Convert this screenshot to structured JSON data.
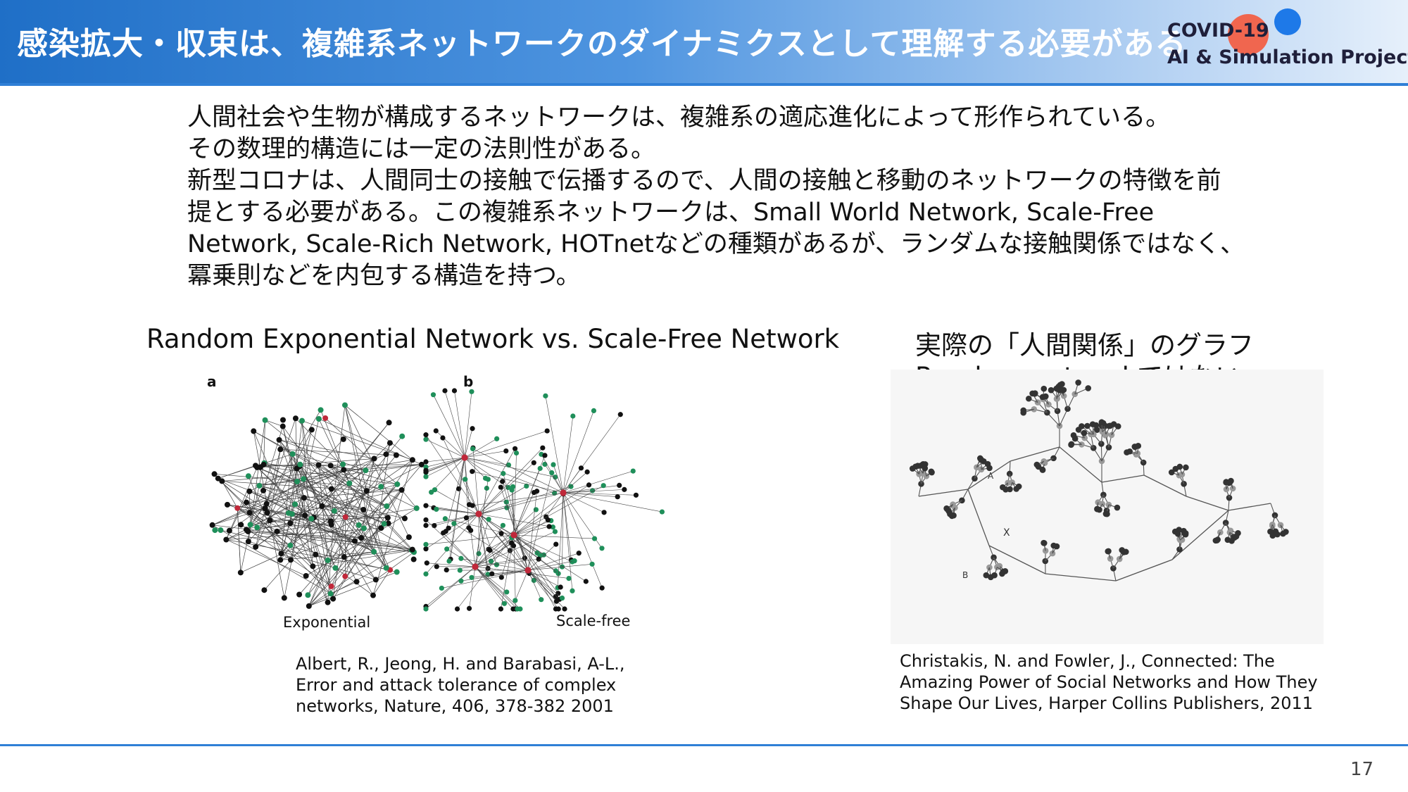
{
  "header": {
    "title": "感染拡大・収束は、複雑系ネットワークのダイナミクスとして理解する必要がある",
    "logo_line1": "COVID-19",
    "logo_line2": "AI & Simulation Project",
    "colors": {
      "header_start": "#1f6fc7",
      "header_end": "#e6f0fb",
      "logo_red": "#f0664f",
      "logo_blue": "#1e79e8"
    }
  },
  "body": {
    "lines": [
      "人間社会や生物が構成するネットワークは、複雑系の適応進化によって形作られている。",
      "その数理的構造には一定の法則性がある。",
      "新型コロナは、人間同士の接触で伝播するので、人間の接触と移動のネットワークの特徴を前",
      "提とする必要がある。この複雑系ネットワークは、Small World Network, Scale-Free",
      "Network, Scale-Rich Network, HOTnetなどの種類があるが、ランダムな接触関係ではなく、",
      "冪乗則などを内包する構造を持つ。"
    ]
  },
  "left_figure": {
    "caption": "Random Exponential Network vs. Scale-Free Network",
    "label_a": "a",
    "label_b": "b",
    "label_exponential": "Exponential",
    "label_scalefree": "Scale-free",
    "reference": [
      "Albert, R., Jeong, H. and Barabasi, A-L.,",
      "Error and attack tolerance of complex",
      "networks, Nature, 406, 378-382 2001"
    ]
  },
  "right_figure": {
    "caption_line1": "実際の「人間関係」のグラフ",
    "caption_line2": "Random networkではない。",
    "marker_a": "A",
    "marker_b": "B",
    "marker_x": "X",
    "reference": [
      "Christakis, N. and Fowler, J., Connected: The",
      "Amazing Power of Social Networks and How They",
      "Shape Our Lives, Harper Collins Publishers, 2011"
    ]
  },
  "footer": {
    "page_number": "17"
  }
}
